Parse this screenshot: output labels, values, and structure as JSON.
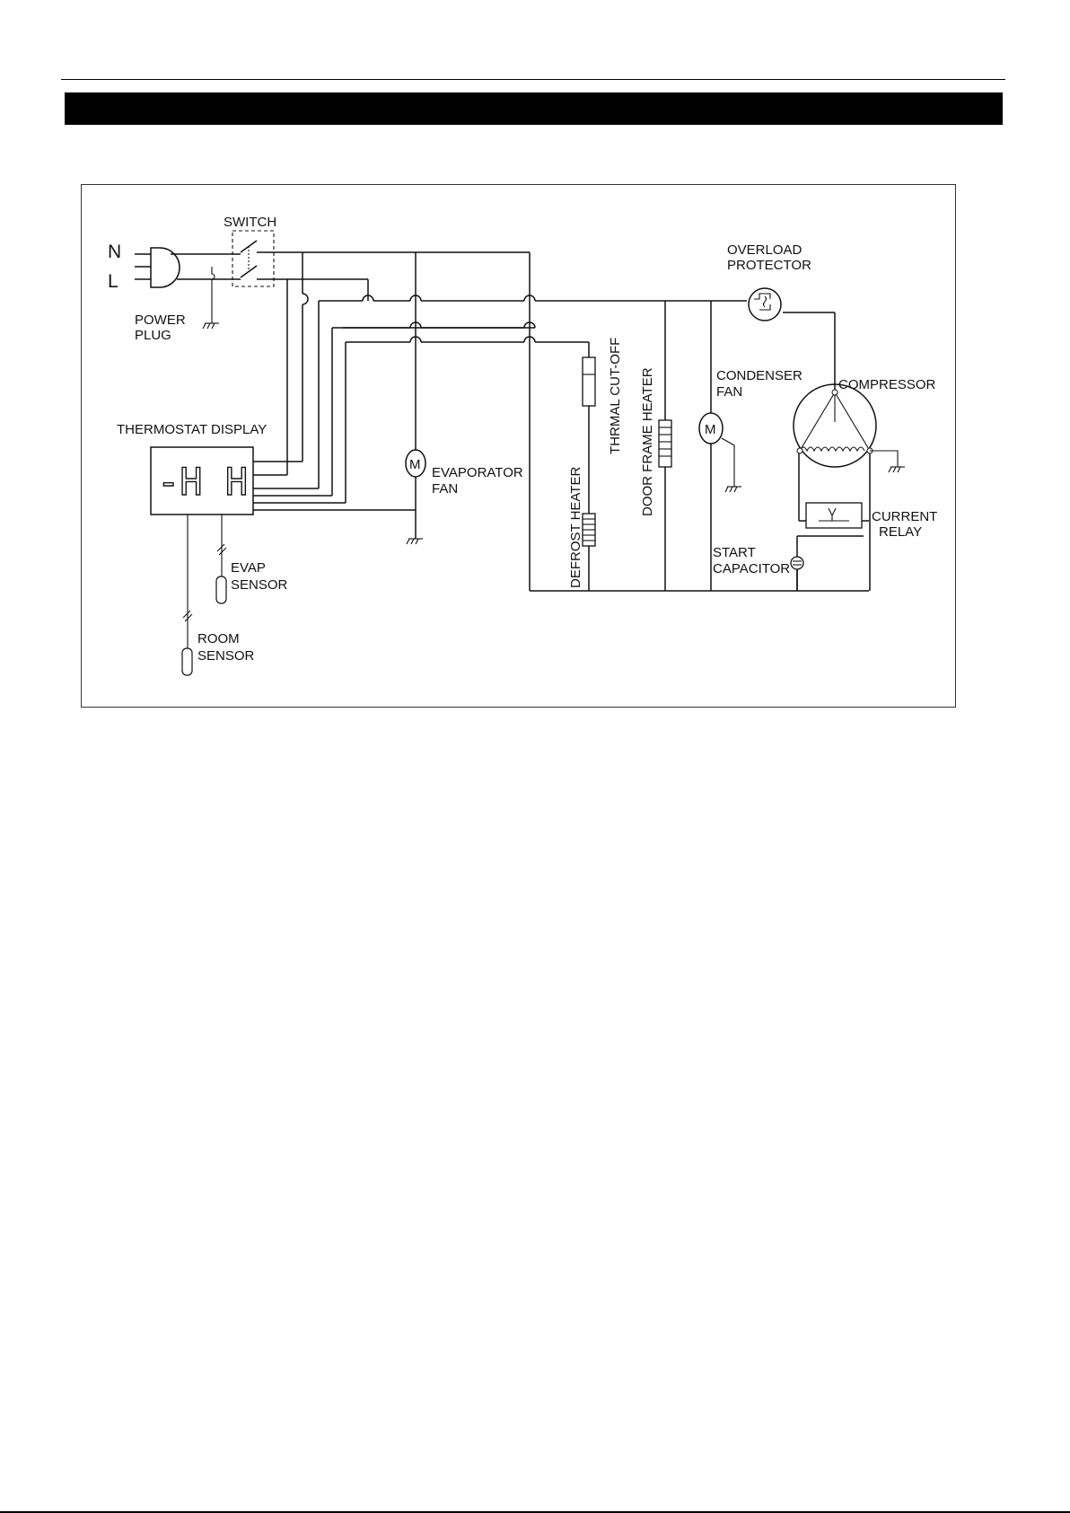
{
  "labels": {
    "n": "N",
    "l": "L",
    "power_plug": [
      "POWER",
      "PLUG"
    ],
    "switch": "SWITCH",
    "overload_protector": [
      "OVERLOAD",
      "PROTECTOR"
    ],
    "compressor": "COMPRESSOR",
    "condenser_fan": [
      "CONDENSER",
      "FAN"
    ],
    "thermostat_display": "THERMOSTAT DISPLAY",
    "display_readout": "-H H",
    "evaporator_fan": [
      "EVAPORATOR",
      "FAN"
    ],
    "thermal_cutoff": "THRMAL CUT-OFF",
    "door_frame_heater": "DOOR FRAME HEATER",
    "defrost_heater": "DEFROST HEATER",
    "current_relay": [
      "CURRENT",
      "RELAY"
    ],
    "start_capacitor": [
      "START",
      "CAPACITOR"
    ],
    "evap_sensor": [
      "EVAP",
      "SENSOR"
    ],
    "room_sensor": [
      "ROOM",
      "SENSOR"
    ],
    "motor_symbol": "M"
  }
}
